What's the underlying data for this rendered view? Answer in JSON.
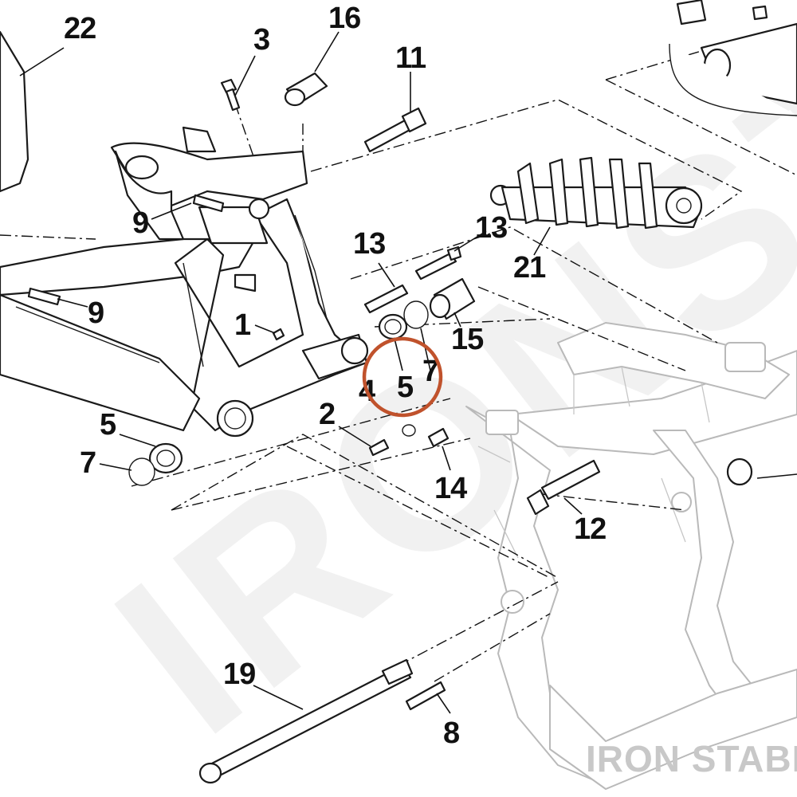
{
  "diagram": {
    "brand_label": "IRON STABLE",
    "watermark_text": "IRONSTABLE",
    "highlight_color": "#c0522c",
    "callouts": [
      {
        "id": "c22",
        "label": "22"
      },
      {
        "id": "c3",
        "label": "3"
      },
      {
        "id": "c16",
        "label": "16"
      },
      {
        "id": "c11",
        "label": "11"
      },
      {
        "id": "c9a",
        "label": "9"
      },
      {
        "id": "c9b",
        "label": "9"
      },
      {
        "id": "c13a",
        "label": "13"
      },
      {
        "id": "c13b",
        "label": "13"
      },
      {
        "id": "c21",
        "label": "21"
      },
      {
        "id": "c1",
        "label": "1"
      },
      {
        "id": "c15",
        "label": "15"
      },
      {
        "id": "c7a",
        "label": "7"
      },
      {
        "id": "c5a",
        "label": "5"
      },
      {
        "id": "c4",
        "label": "4"
      },
      {
        "id": "c2",
        "label": "2"
      },
      {
        "id": "c5b",
        "label": "5"
      },
      {
        "id": "c7b",
        "label": "7"
      },
      {
        "id": "c14",
        "label": "14"
      },
      {
        "id": "c12",
        "label": "12"
      },
      {
        "id": "c19",
        "label": "19"
      },
      {
        "id": "c8",
        "label": "8"
      }
    ]
  }
}
